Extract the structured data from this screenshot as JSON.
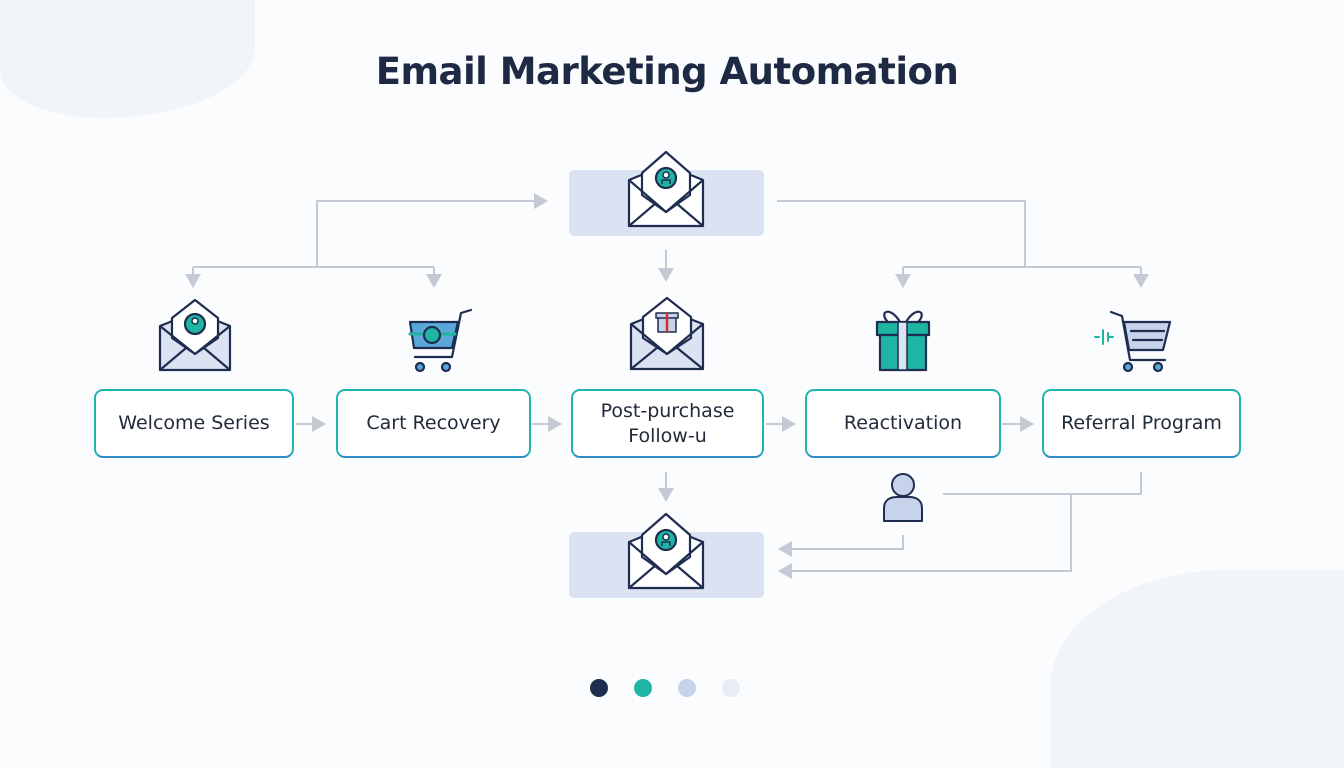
{
  "title": "Email Marketing Automation",
  "stages": [
    {
      "label": "Welcome Series",
      "icon": "envelope-badge-icon"
    },
    {
      "label": "Cart Recovery",
      "icon": "shopping-cart-icon"
    },
    {
      "label": "Post-purchase Follow-u",
      "icon": "envelope-gift-icon"
    },
    {
      "label": "Reactivation",
      "icon": "gift-icon"
    },
    {
      "label": "Referral Program",
      "icon": "shopping-cart-fast-icon"
    }
  ],
  "pagination": {
    "count": 4,
    "active": 0,
    "colors": [
      "#1e2d50",
      "#1fb5a3",
      "#c7d3ea",
      "#e8ecf4"
    ]
  },
  "colors": {
    "accent": "#1fb5a3",
    "navy": "#1e2d50",
    "connector": "#c3cad4",
    "panel": "#dbe3f2"
  }
}
